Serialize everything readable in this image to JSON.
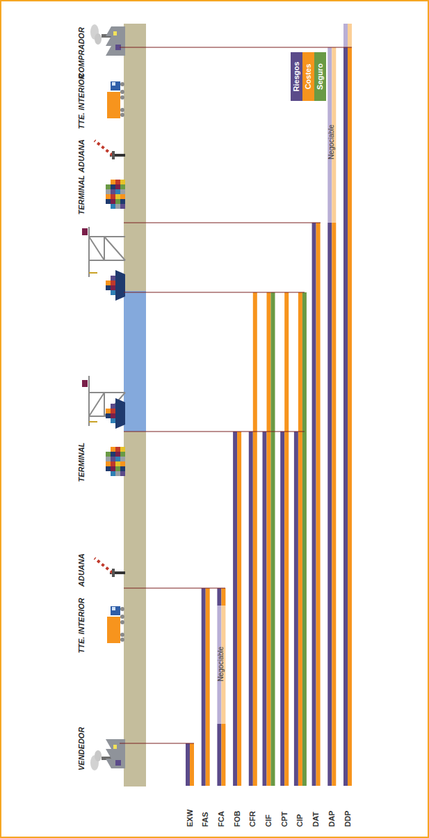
{
  "diagram": {
    "labels": [
      "VENDEDOR",
      "TTE. INTERIOR",
      "ADUANA",
      "TERMINAL",
      "TERMINAL",
      "ADUANA",
      "TTE. INTERIOR",
      "COMPRADOR",
      "EXW",
      "FAS",
      "FCA",
      "FOB",
      "CFR",
      "CIF",
      "CPT",
      "CIP",
      "DAT",
      "DAP",
      "DDP",
      "Negociable",
      "Negociable"
    ],
    "legend": [
      {
        "text": "Riesgos",
        "color": "#5b4b8a"
      },
      {
        "text": "Costes",
        "color": "#f7941d"
      },
      {
        "text": "Seguro",
        "color": "#6a9a45"
      }
    ]
  }
}
